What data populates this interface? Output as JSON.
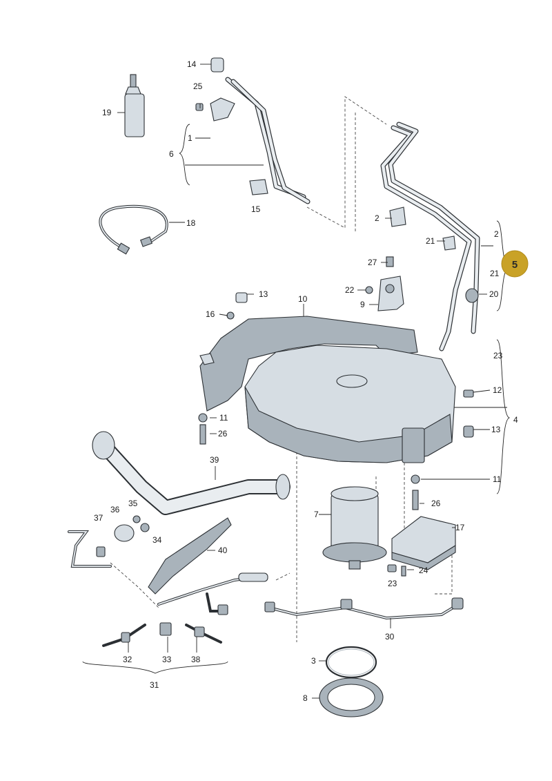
{
  "badge": {
    "label": "5",
    "color": "#c9a227"
  },
  "colors": {
    "part_fill": "#d6dde3",
    "line": "#2b2f33"
  },
  "callouts": [
    {
      "id": "c14",
      "text": "14"
    },
    {
      "id": "c25",
      "text": "25"
    },
    {
      "id": "c19",
      "text": "19"
    },
    {
      "id": "c1",
      "text": "1"
    },
    {
      "id": "c6",
      "text": "6"
    },
    {
      "id": "c15",
      "text": "15"
    },
    {
      "id": "c18",
      "text": "18"
    },
    {
      "id": "c2a",
      "text": "2"
    },
    {
      "id": "c2b",
      "text": "2"
    },
    {
      "id": "c21a",
      "text": "21"
    },
    {
      "id": "c21b",
      "text": "21"
    },
    {
      "id": "c27",
      "text": "27"
    },
    {
      "id": "c22",
      "text": "22"
    },
    {
      "id": "c9",
      "text": "9"
    },
    {
      "id": "c20",
      "text": "20"
    },
    {
      "id": "c13a",
      "text": "13"
    },
    {
      "id": "c10",
      "text": "10"
    },
    {
      "id": "c16",
      "text": "16"
    },
    {
      "id": "c23a",
      "text": "23"
    },
    {
      "id": "c12",
      "text": "12"
    },
    {
      "id": "c4",
      "text": "4"
    },
    {
      "id": "c11a",
      "text": "11"
    },
    {
      "id": "c26a",
      "text": "26"
    },
    {
      "id": "c13b",
      "text": "13"
    },
    {
      "id": "c39",
      "text": "39"
    },
    {
      "id": "c11b",
      "text": "11"
    },
    {
      "id": "c35",
      "text": "35"
    },
    {
      "id": "c36",
      "text": "36"
    },
    {
      "id": "c37",
      "text": "37"
    },
    {
      "id": "c34",
      "text": "34"
    },
    {
      "id": "c7",
      "text": "7"
    },
    {
      "id": "c26b",
      "text": "26"
    },
    {
      "id": "c17",
      "text": "17"
    },
    {
      "id": "c40",
      "text": "40"
    },
    {
      "id": "c24",
      "text": "24"
    },
    {
      "id": "c23b",
      "text": "23"
    },
    {
      "id": "c30",
      "text": "30"
    },
    {
      "id": "c32",
      "text": "32"
    },
    {
      "id": "c33",
      "text": "33"
    },
    {
      "id": "c38",
      "text": "38"
    },
    {
      "id": "c31",
      "text": "31"
    },
    {
      "id": "c3",
      "text": "3"
    },
    {
      "id": "c8",
      "text": "8"
    }
  ]
}
